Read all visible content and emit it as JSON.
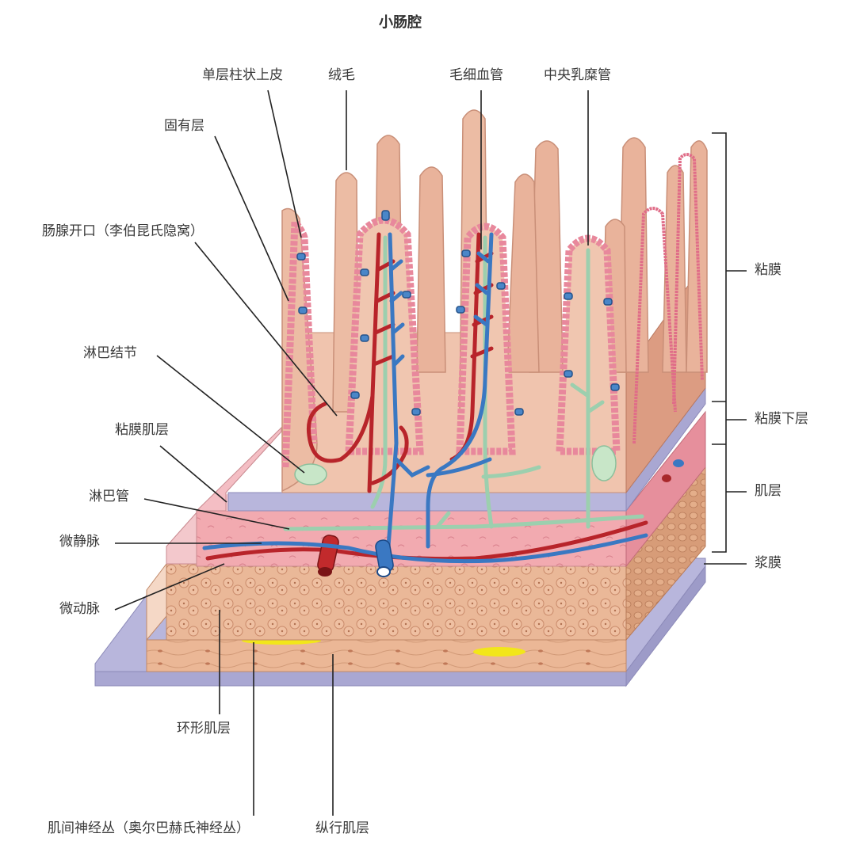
{
  "title": "小肠腔",
  "labels": {
    "simple_columnar_epithelium": "单层柱状上皮",
    "villus": "绒毛",
    "capillary": "毛细血管",
    "central_lacteal": "中央乳糜管",
    "lamina_propria": "固有层",
    "intestinal_gland_opening": "肠腺开口（李伯昆氏隐窝）",
    "lymphatic_nodule": "淋巴结节",
    "muscularis_mucosae": "粘膜肌层",
    "lymphatic_vessel": "淋巴管",
    "venule": "微静脉",
    "arteriole": "微动脉",
    "circular_muscle": "环形肌层",
    "myenteric_plexus": "肌间神经丛（奥尔巴赫氏神经丛）",
    "longitudinal_muscle": "纵行肌层"
  },
  "layers": {
    "mucosa": "粘膜",
    "submucosa": "粘膜下层",
    "muscularis": "肌层",
    "serosa": "浆膜"
  },
  "colors": {
    "villus": "#e8b49e",
    "villus_edge": "#c98f78",
    "epithelium": "#f0a0b4",
    "goblet_cell": "#4a86c8",
    "artery": "#b8242a",
    "vein": "#3a78c2",
    "lymph": "#9ccfae",
    "submucosa": "#f2aab0",
    "muscle": "#e8b08e",
    "serosa": "#b4b4dc",
    "nerve_plexus": "#f2e61a",
    "leader": "#222222"
  }
}
